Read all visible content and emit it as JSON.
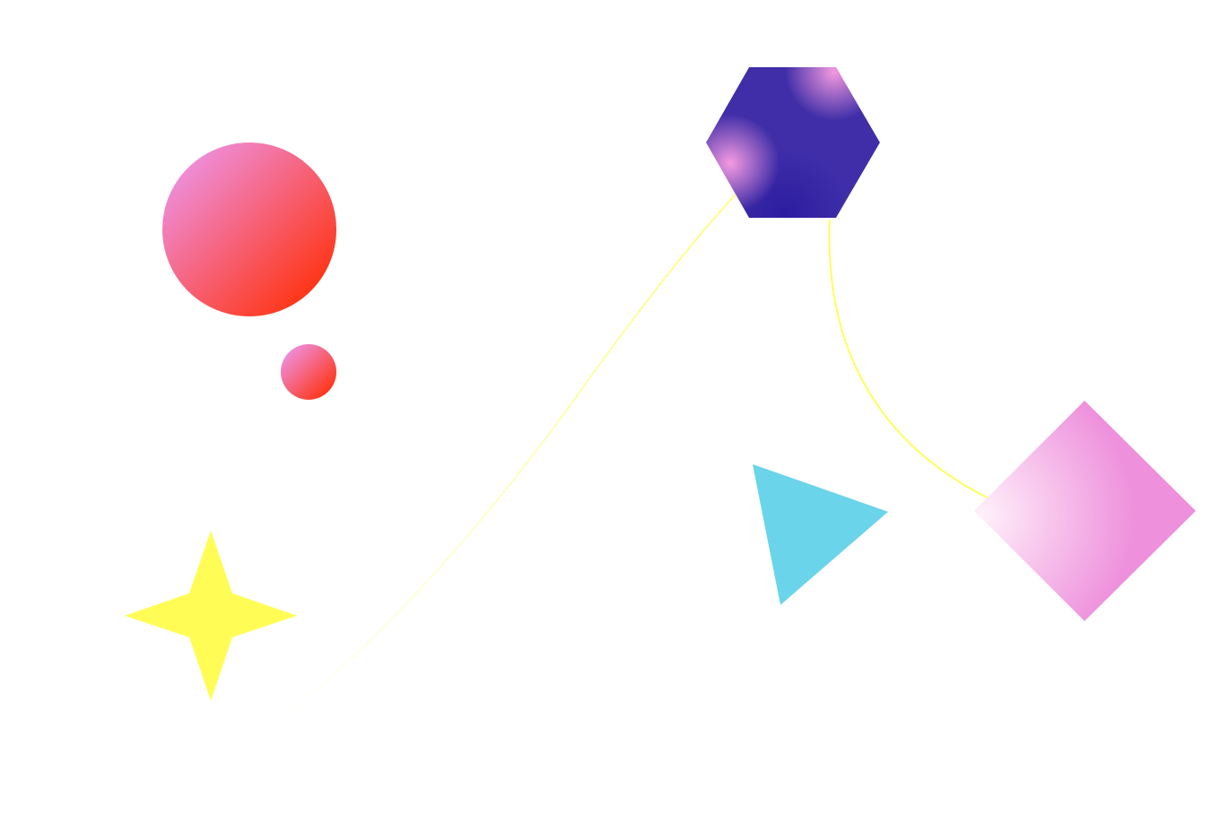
{
  "palette": {
    "background": "#ffffff",
    "circle_gradient_start": "#ee8fdc",
    "circle_gradient_end": "#ff3311",
    "hexagon_base": "#3f2ea8",
    "hexagon_deep": "#2a1aa0",
    "hexagon_glow": "#f49ae0",
    "triangle_fill": "#6ad4ea",
    "star_fill": "#fffd55",
    "diamond_base": "#ee90dc",
    "diamond_highlight": "#fff0fa",
    "connector_stroke": "#ffff4a"
  },
  "shapes": {
    "large_circle": "circle",
    "small_circle": "circle",
    "hexagon": "hexagon",
    "triangle": "triangle",
    "star": "four-point-star",
    "diamond": "diamond"
  }
}
